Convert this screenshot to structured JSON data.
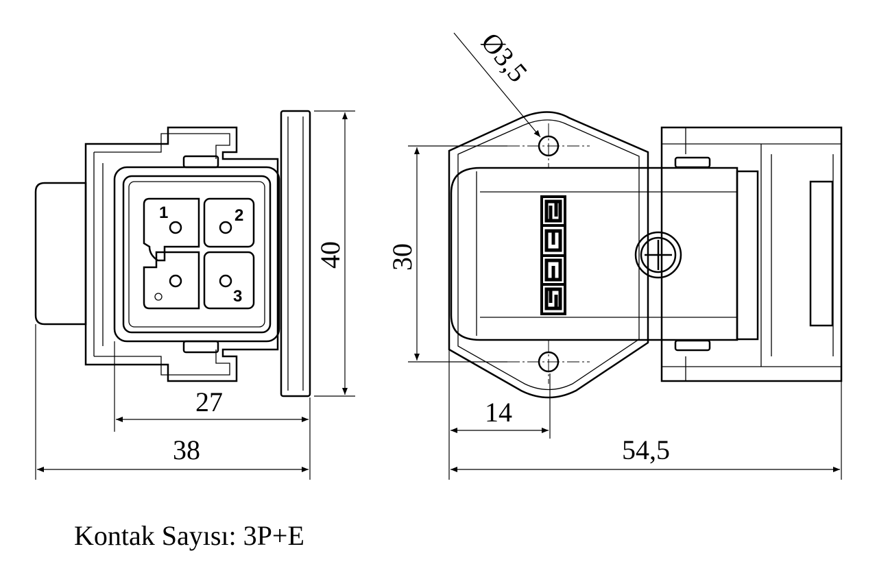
{
  "dimensions": {
    "height_left": "40",
    "inner_width": "27",
    "overall_width_left": "38",
    "hole_spacing": "30",
    "hole_offset": "14",
    "overall_length": "54,5",
    "hole_diameter": "Ø3,5"
  },
  "contacts": [
    "1",
    "2",
    "3"
  ],
  "logo": "SEWS",
  "caption": "Kontak Sayısı: 3P+E"
}
